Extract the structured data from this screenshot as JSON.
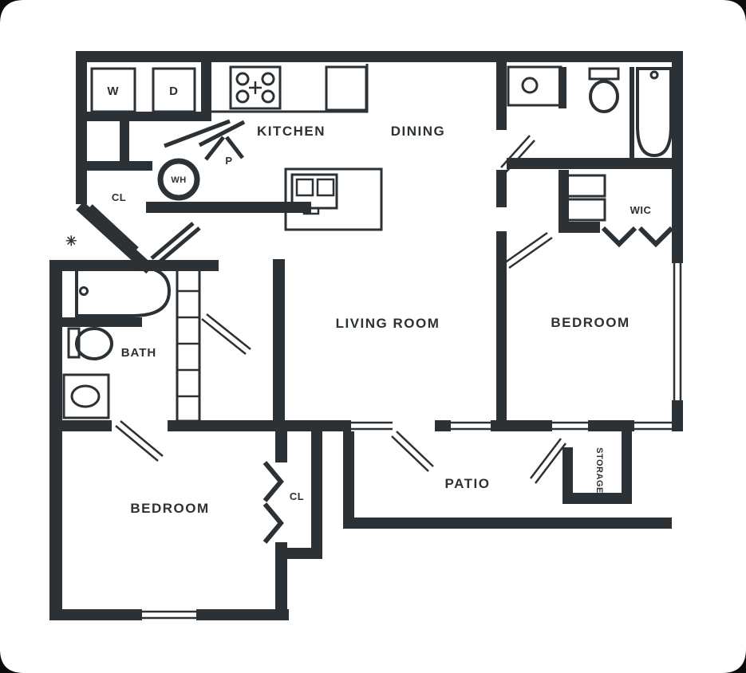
{
  "colors": {
    "ink": "#2b3134",
    "background": "#ffffff",
    "corner": "#0b0b0b"
  },
  "labels": {
    "kitchen": "KITCHEN",
    "dining": "DINING",
    "living_room": "LIVING ROOM",
    "bedroom_right": "BEDROOM",
    "bedroom_left": "BEDROOM",
    "bath": "BATH",
    "patio": "PATIO",
    "storage": "STORAGE",
    "walk_in_closet": "WIC",
    "hall_closet": "CL",
    "bedroom_closet": "CL",
    "washer": "W",
    "dryer": "D",
    "water_heater": "WH",
    "pantry": "P",
    "entry_marker": "✳"
  },
  "fixtures": [
    "washer-box",
    "dryer-box",
    "range-4-burner",
    "refrigerator",
    "island-double-sink",
    "water-heater-tank",
    "pantry-door",
    "bathtub-vertical",
    "toilet",
    "vanity-sink",
    "walk-in-closet-shelves",
    "bathtub-horizontal",
    "linen-shelves",
    "bifold-closet-doors",
    "sliding-windows",
    "entry-door"
  ]
}
